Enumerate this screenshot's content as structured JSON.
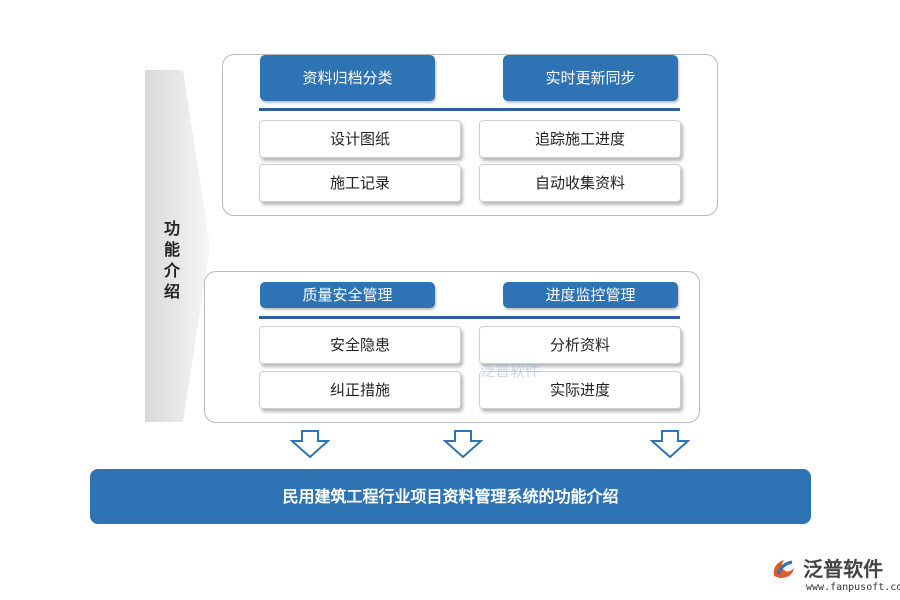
{
  "side_label": "功能介绍",
  "top_panel": {
    "headers": [
      "资料归档分类",
      "实时更新同步"
    ],
    "items": [
      [
        "设计图纸",
        "追踪施工进度"
      ],
      [
        "施工记录",
        "自动收集资料"
      ]
    ]
  },
  "bottom_panel": {
    "headers": [
      "质量安全管理",
      "进度监控管理"
    ],
    "items": [
      [
        "安全隐患",
        "分析资料"
      ],
      [
        "纠正措施",
        "实际进度"
      ]
    ]
  },
  "bottom_bar": "民用建筑工程行业项目资料管理系统的功能介绍",
  "watermark": "泛普软件",
  "logo": {
    "text": "泛普软件",
    "url": "www.fanpusoft.com"
  },
  "colors": {
    "accent": "#2e73b4",
    "divider": "#2e5ea0"
  }
}
